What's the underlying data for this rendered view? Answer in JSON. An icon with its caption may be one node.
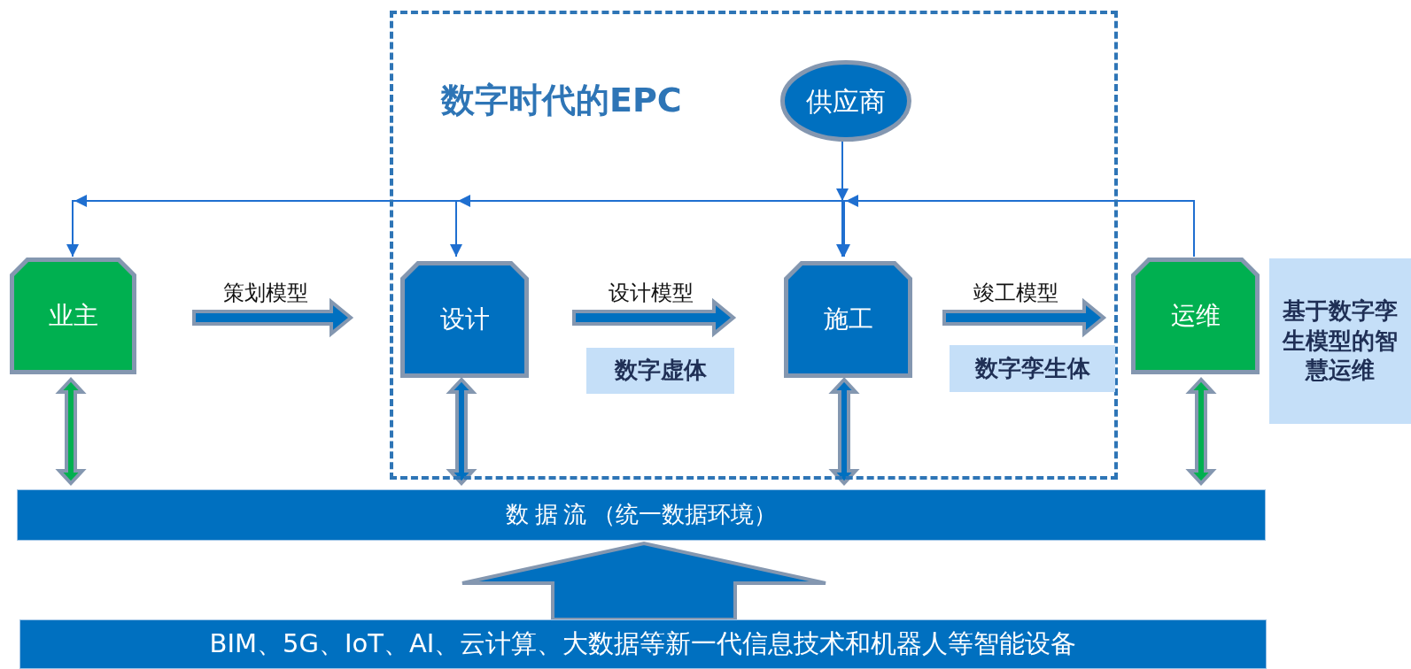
{
  "diagram": {
    "nodes": [
      {
        "text": [
          "数字时代的EPC"
        ]
      },
      {
        "text": [
          "供应商"
        ],
        "in": 0
      },
      {
        "text": [
          "业主"
        ]
      },
      {
        "text": [
          "设计"
        ],
        "in": 0
      },
      {
        "text": [
          "施工"
        ],
        "in": 0
      },
      {
        "text": [
          "运维"
        ]
      },
      {
        "text": [
          "数字虚体"
        ],
        "in": 0
      },
      {
        "text": [
          "数字孪生体"
        ],
        "in": 0
      },
      {
        "text": [
          "基于数字孪生模型的智慧运维"
        ]
      },
      {
        "text": [
          "数 据 流 （统一数据环境）"
        ]
      },
      {
        "text": [
          "BIM、5G、IoT、AI、云计算、大数据等新一代信息技术和机器人等智能设备"
        ]
      }
    ],
    "edges": [
      {
        "from": 2,
        "to": 3,
        "arrow": "to",
        "label": "策划模型",
        "style": "thick"
      },
      {
        "from": 3,
        "to": 4,
        "arrow": "to",
        "label": "设计模型",
        "style": "thick"
      },
      {
        "from": 4,
        "to": 5,
        "arrow": "to",
        "label": "竣工模型",
        "style": "thick"
      },
      {
        "from": 1,
        "to": 4,
        "arrow": "to"
      },
      {
        "from": 5,
        "to": 4,
        "arrow": "to"
      },
      {
        "from": 5,
        "to": 3,
        "arrow": "to"
      },
      {
        "from": 5,
        "to": 2,
        "arrow": "to"
      },
      {
        "from": 2,
        "to": 9,
        "arrow": "both",
        "style": "thick",
        "color": "#00b050"
      },
      {
        "from": 3,
        "to": 9,
        "arrow": "both",
        "style": "thick"
      },
      {
        "from": 4,
        "to": 9,
        "arrow": "both",
        "style": "thick"
      },
      {
        "from": 5,
        "to": 9,
        "arrow": "both",
        "style": "thick",
        "color": "#00b050"
      },
      {
        "from": 10,
        "to": 9,
        "arrow": "to",
        "style": "thick"
      }
    ]
  }
}
